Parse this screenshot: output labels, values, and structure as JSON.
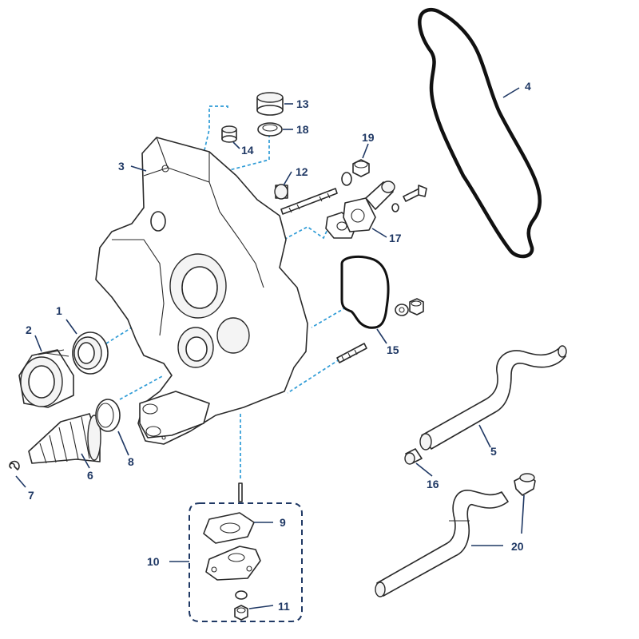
{
  "diagram": {
    "colors": {
      "callout": "#1f3864",
      "connector": "#2e9bd6",
      "outline": "#2a2a2a",
      "background": "#ffffff"
    },
    "callouts": {
      "c1": "1",
      "c2": "2",
      "c3": "3",
      "c4": "4",
      "c5": "5",
      "c6": "6",
      "c7": "7",
      "c8": "8",
      "c9": "9",
      "c10": "10",
      "c11": "11",
      "c12": "12",
      "c13": "13",
      "c14": "14",
      "c15": "15",
      "c16": "16",
      "c17": "17",
      "c18": "18",
      "c19": "19",
      "c20": "20"
    }
  }
}
